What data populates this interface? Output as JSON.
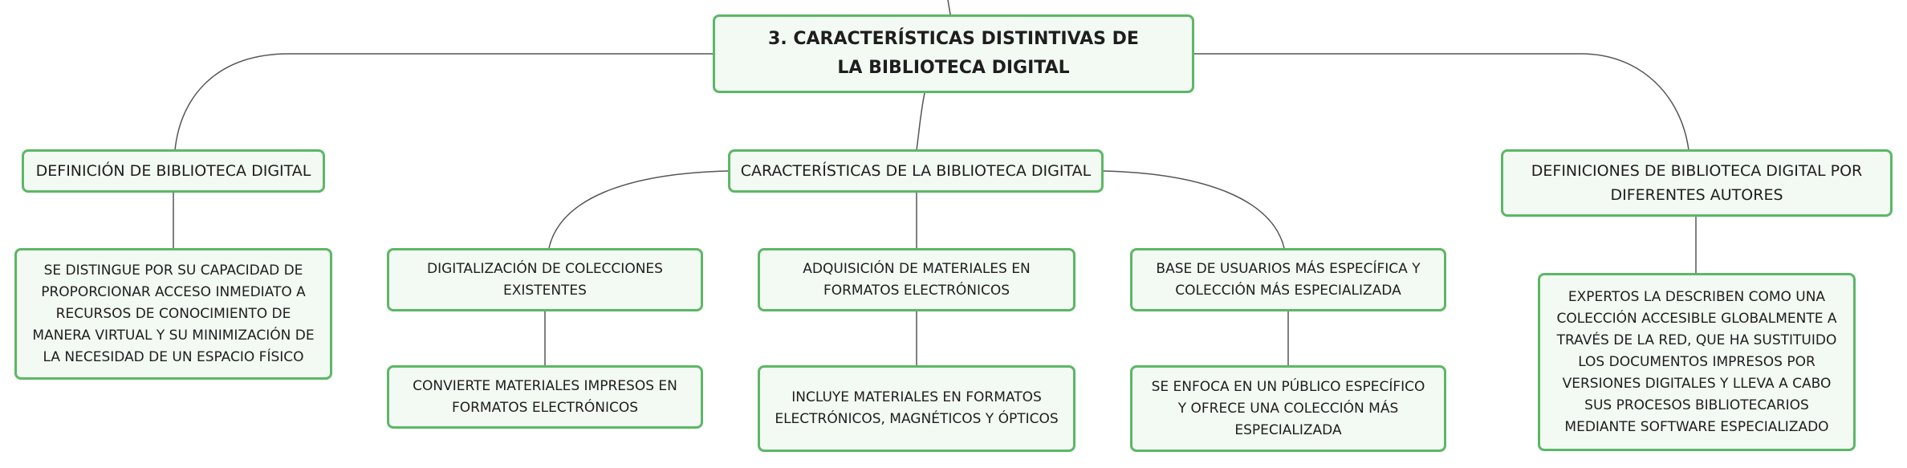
{
  "colors": {
    "node_border": "#5cb766",
    "node_fill": "#f3f9f3",
    "connector": "#555555",
    "text": "#1e1e1e"
  },
  "mindmap": {
    "root": {
      "label": "3. CARACTERÍSTICAS DISTINTIVAS DE LA BIBLIOTECA DIGITAL"
    },
    "definicion": {
      "label": "DEFINICIÓN DE BIBLIOTECA DIGITAL",
      "detail": "SE DISTINGUE POR SU CAPACIDAD DE PROPORCIONAR ACCESO INMEDIATO A RECURSOS DE CONOCIMIENTO DE MANERA VIRTUAL Y SU MINIMIZACIÓN DE LA NECESIDAD DE UN ESPACIO FÍSICO"
    },
    "caracteristicas": {
      "label": "CARACTERÍSTICAS DE LA BIBLIOTECA DIGITAL",
      "items": [
        {
          "label": "DIGITALIZACIÓN DE COLECCIONES EXISTENTES",
          "detail": "CONVIERTE MATERIALES IMPRESOS EN FORMATOS ELECTRÓNICOS"
        },
        {
          "label": "ADQUISICIÓN DE MATERIALES EN FORMATOS ELECTRÓNICOS",
          "detail": "INCLUYE MATERIALES EN FORMATOS ELECTRÓNICOS, MAGNÉTICOS Y ÓPTICOS"
        },
        {
          "label": "BASE DE USUARIOS MÁS ESPECÍFICA Y COLECCIÓN MÁS ESPECIALIZADA",
          "detail": "SE ENFOCA EN UN PÚBLICO ESPECÍFICO Y OFRECE UNA COLECCIÓN MÁS ESPECIALIZADA"
        }
      ]
    },
    "autores": {
      "label": "DEFINICIONES DE BIBLIOTECA DIGITAL POR DIFERENTES AUTORES",
      "detail": "EXPERTOS LA DESCRIBEN COMO UNA COLECCIÓN ACCESIBLE GLOBALMENTE A TRAVÉS DE LA RED, QUE HA SUSTITUIDO LOS DOCUMENTOS IMPRESOS POR VERSIONES DIGITALES Y LLEVA A CABO SUS PROCESOS BIBLIOTECARIOS MEDIANTE SOFTWARE ESPECIALIZADO"
    }
  }
}
